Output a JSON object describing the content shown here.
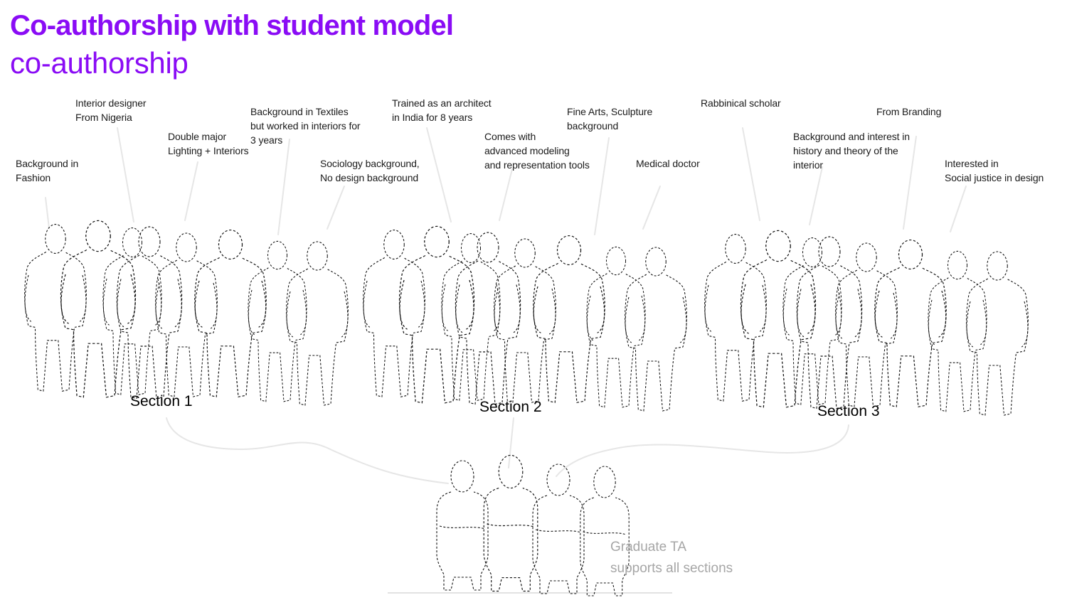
{
  "header": {
    "title": "Co-authorship with student model",
    "subtitle": "co-authorship"
  },
  "colors": {
    "accent": "#8a0cf5",
    "leader_lines": "#e6e6e6",
    "ta_text": "#a6a6a6"
  },
  "sections": [
    {
      "label": "Section 1",
      "students": [
        {
          "text": "Background in\nFashion"
        },
        {
          "text": "Interior designer\nFrom Nigeria"
        },
        {
          "text": "Double major\nLighting + Interiors"
        },
        {
          "text": "Background in Textiles\nbut worked in interiors for\n3 years"
        },
        {
          "text": "Sociology background,\nNo design background"
        }
      ]
    },
    {
      "label": "Section 2",
      "students": [
        {
          "text": "Trained as an architect\nin India for 8 years"
        },
        {
          "text": "Comes with\nadvanced modeling\nand representation tools"
        },
        {
          "text": "Fine Arts, Sculpture\nbackground"
        },
        {
          "text": "Medical doctor"
        }
      ]
    },
    {
      "label": "Section 3",
      "students": [
        {
          "text": "Rabbinical scholar"
        },
        {
          "text": "Background and interest in\nhistory and theory of the\ninterior"
        },
        {
          "text": "From Branding"
        },
        {
          "text": "Interested in\nSocial justice in design"
        }
      ]
    }
  ],
  "ta": {
    "label": "Graduate TA\nsupports all sections"
  },
  "icons": {
    "student_group": "people-group-icon",
    "ta_group": "people-group-icon"
  }
}
